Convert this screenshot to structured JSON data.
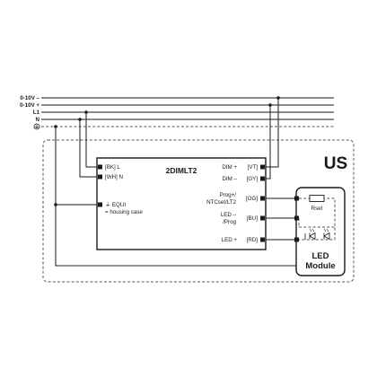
{
  "supply_lines": [
    {
      "id": "dim-minus",
      "label": "0-10V –"
    },
    {
      "id": "dim-plus",
      "label": "0-10V +"
    },
    {
      "id": "line",
      "label": "L1"
    },
    {
      "id": "neutral",
      "label": "N"
    }
  ],
  "driver": {
    "name": "2DIMLT2",
    "terminals_left": [
      {
        "id": "bk",
        "label": "[BK] L"
      },
      {
        "id": "wh",
        "label": "[WH] N"
      },
      {
        "id": "equi",
        "label": "⏚ EQUI"
      },
      {
        "id": "equi-note",
        "label": "= housing case"
      }
    ],
    "terminals_right": {
      "dim_plus": {
        "name": "DIM +",
        "color": "[VT]"
      },
      "dim_minus": {
        "name": "DIM –",
        "color": "[GY]"
      },
      "prog": {
        "name_line1": "Prog+/",
        "name_line2": "NTCset/LT2",
        "color": "[OG]"
      },
      "led_minus": {
        "name_line1": "LED –",
        "name_line2": "/Prog",
        "color": "[BU]"
      },
      "led_plus": {
        "name": "LED +",
        "color": "[RD]"
      }
    }
  },
  "region_label": "US",
  "led_module": {
    "label_line1": "LED",
    "label_line2": "Module",
    "resistor_label": "Rset"
  },
  "colors": {
    "line": "#1a1a1a",
    "enclosure": "#555555",
    "background": "#ffffff"
  }
}
